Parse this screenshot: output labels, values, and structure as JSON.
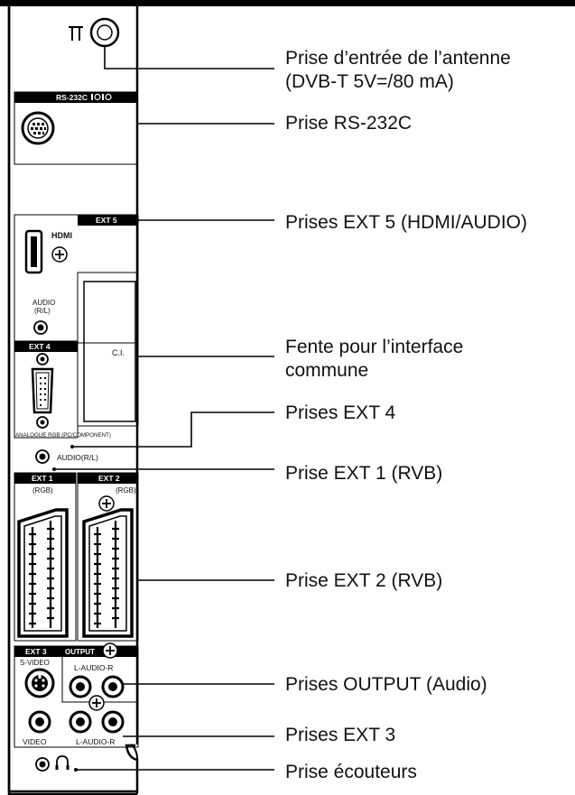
{
  "callouts": {
    "antenna_line1": "Prise d’entrée de l’antenne",
    "antenna_line2": "(DVB-T 5V=/80 mA)",
    "rs232c": "Prise RS-232C",
    "ext5": "Prises EXT 5 (HDMI/AUDIO)",
    "ci_line1": "Fente pour l’interface",
    "ci_line2": "commune",
    "ext4": "Prises EXT 4",
    "ext1": "Prise EXT 1 (RVB)",
    "ext2": "Prise EXT 2 (RVB)",
    "output": "Prises OUTPUT (Audio)",
    "ext3": "Prises EXT 3",
    "headphones": "Prise écouteurs"
  },
  "panel": {
    "rs232c_header": "RS-232C",
    "ext5_header": "EXT 5",
    "hdmi": "HDMI",
    "audio": "AUDIO",
    "audio_rl": "(R/L)",
    "ci": "C.I.",
    "ext4_header": "EXT 4",
    "analogue_rgb": "ANALOGUE RGB (PC/COMPONENT)",
    "audio_rl_full": "AUDIO(R/L)",
    "ext1_header": "EXT 1",
    "ext2_header": "EXT 2",
    "rgb": "(RGB)",
    "ext3_header": "EXT 3",
    "output_header": "OUTPUT",
    "svideo": "S-VIDEO",
    "l_audio_r": "L-AUDIO-R",
    "video": "VIDEO"
  },
  "icons": {
    "antenna": "antenna-icon",
    "headphones": "headphones-icon",
    "ground": "ground-screw-icon",
    "serial": "serial-port-icon"
  }
}
